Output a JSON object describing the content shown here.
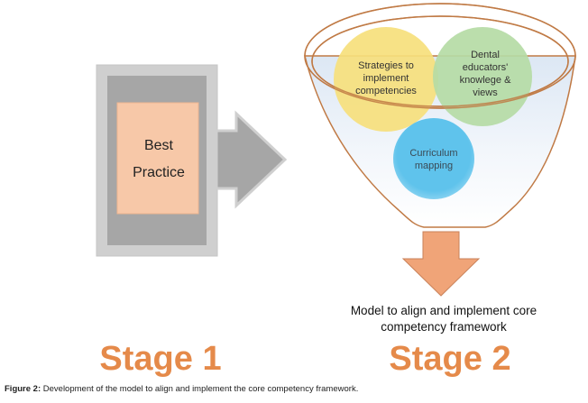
{
  "stage1": {
    "box_label_line1": "Best",
    "box_label_line2": "Practice",
    "stage_label": "Stage 1"
  },
  "stage2": {
    "circles": [
      {
        "line1": "Strategies to",
        "line2": "implement",
        "line3": "competencies",
        "color": "#f6df7c"
      },
      {
        "line1": "Dental",
        "line2": "educators'",
        "line3": "knowlege &",
        "line4": "views",
        "color": "#b5dba5"
      },
      {
        "line1": "Curriculum",
        "line2": "mapping",
        "color": "#5fc3ec"
      }
    ],
    "output_line1": "Model to align and implement core",
    "output_line2": "competency framework",
    "stage_label": "Stage 2"
  },
  "caption": {
    "prefix": "Figure 2:",
    "text": " Development of the model to align and implement the core competency framework."
  },
  "colors": {
    "stage_orange": "#e58a4a",
    "down_arrow": "#f0a478",
    "practice_box": "#f7c8a8",
    "gray_outer": "#a6a6a6",
    "gray_border": "#cfcfcf",
    "funnel_ring": "#c07a45"
  }
}
